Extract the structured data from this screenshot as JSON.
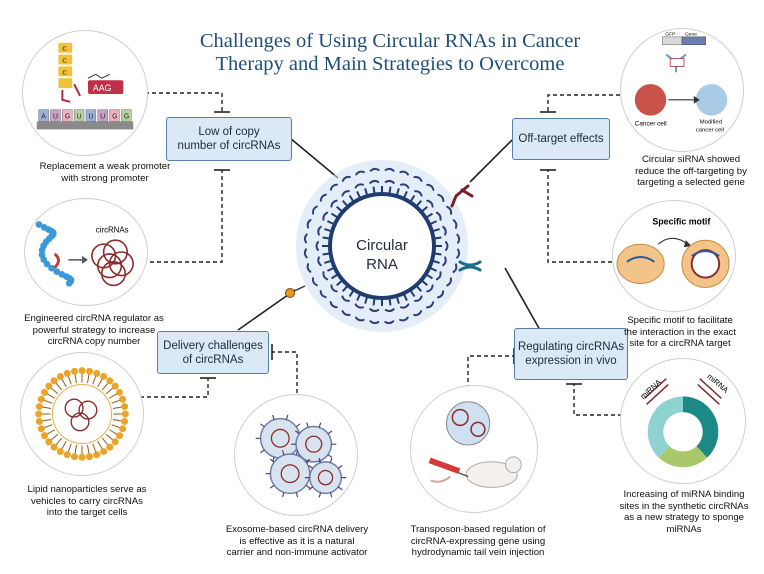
{
  "title": {
    "line1": "Challenges of Using Circular RNAs in Cancer",
    "line2": "Therapy and Main Strategies to Overcome"
  },
  "center": {
    "line1": "Circular",
    "line2": "RNA"
  },
  "challenges": {
    "copy_number": {
      "line1": "Low of copy",
      "line2": "number of circRNAs"
    },
    "off_target": {
      "line1": "Off-target effects"
    },
    "delivery": {
      "line1": "Delivery challenges",
      "line2": "of circRNAs"
    },
    "regulating": {
      "line1": "Regulating circRNAs",
      "line2": "expression in vivo"
    }
  },
  "strategies": {
    "promoter": {
      "line1": "Replacement a weak promoter",
      "line2": "with strong promoter"
    },
    "regulator": {
      "line1": "Engineered circRNA regulator as",
      "line2": "powerful strategy to increase",
      "line3": "circRNA copy number"
    },
    "lipid": {
      "line1": "Lipid nanoparticles serve as",
      "line2": "vehicles to carry circRNAs",
      "line3": "into the target cells"
    },
    "exosome": {
      "line1": "Exosome-based circRNA delivery",
      "line2": "is effective as it is a natural",
      "line3": "carrier and non-immune activator"
    },
    "transposon": {
      "line1": "Transposon-based regulation of",
      "line2": "circRNA-expressing gene using",
      "line3": "hydrodynamic tail vein injection"
    },
    "mirna": {
      "line1": "Increasing of miRNA binding",
      "line2": "sites in the synthetic circRNAs",
      "line3": "as a new strategy to sponge",
      "line4": "miRNAs"
    },
    "motif": {
      "line1": "Specific motif to facilitate",
      "line2": "the interaction in the exact",
      "line3": "site for a circRNA target"
    },
    "sirna": {
      "line1": "Circular siRNA showed",
      "line2": "reduce the off-targeting by",
      "line3": "targeting a selected gene"
    }
  },
  "illustration_labels": {
    "promoter_top": "AAG",
    "promoter_seq": [
      "A",
      "U",
      "G",
      "U",
      "U",
      "U",
      "G",
      "G"
    ],
    "circrnas": "circRNAs",
    "gfp": "GFP",
    "gene": "Gene",
    "cancer_cell": "Cancer cell",
    "modified1": "Modified",
    "modified2": "cancer cell",
    "specific_motif": "Specific motif",
    "mirna_left": "miRNA",
    "mirna_right": "miRNA"
  },
  "colors": {
    "title": "#1f4e79",
    "box_fill": "#dbe9f7",
    "box_border": "#5a7ea6",
    "ring": "#1f3c6e",
    "halo": "#cfe0f3",
    "cancer_cell": "#c9524b",
    "modified_cell": "#a9cbe6",
    "lipid": "#e8a52c",
    "mirna_teal": "#1b8a86",
    "mirna_green": "#a9c86a",
    "mirna_light": "#8ed3cf"
  }
}
